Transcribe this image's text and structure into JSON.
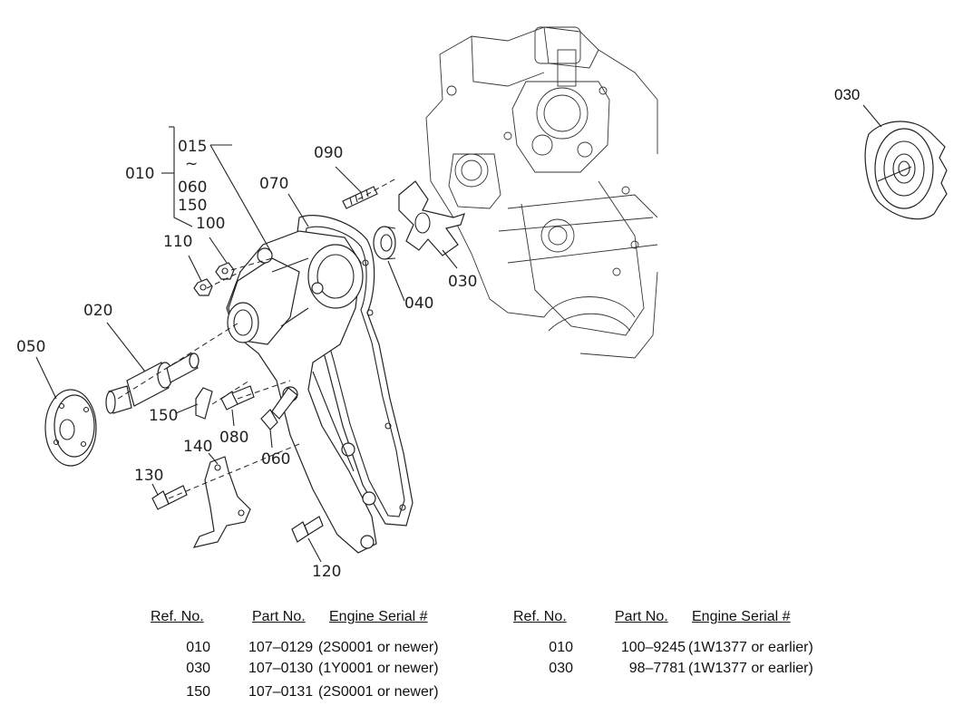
{
  "callouts": {
    "c010": "010",
    "c015": "015",
    "c060a": "060",
    "c150a": "150",
    "c100": "100",
    "c110": "110",
    "c090": "090",
    "c070": "070",
    "c040": "040",
    "c030": "030",
    "c020": "020",
    "c050": "050",
    "c150": "150",
    "c080": "080",
    "c060": "060",
    "c140": "140",
    "c130": "130",
    "c120": "120",
    "c030inset": "030"
  },
  "tables": [
    {
      "headers": {
        "ref": "Ref. No.",
        "part": "Part No.",
        "serial": "Engine Serial #"
      },
      "rows": [
        {
          "ref": "010",
          "part": "107–0129",
          "serial": "(2S0001 or newer)"
        },
        {
          "ref": "030",
          "part": "107–0130",
          "serial": "(1Y0001 or newer)"
        },
        {
          "ref": "150",
          "part": "107–0131",
          "serial": "(2S0001 or newer)"
        }
      ]
    },
    {
      "headers": {
        "ref": "Ref. No.",
        "part": "Part No.",
        "serial": "Engine Serial #"
      },
      "rows": [
        {
          "ref": "010",
          "part": "100–9245",
          "serial": "(1W1377 or earlier)"
        },
        {
          "ref": "030",
          "part": "98–7781",
          "serial": "(1W1377 or earlier)"
        }
      ]
    }
  ]
}
